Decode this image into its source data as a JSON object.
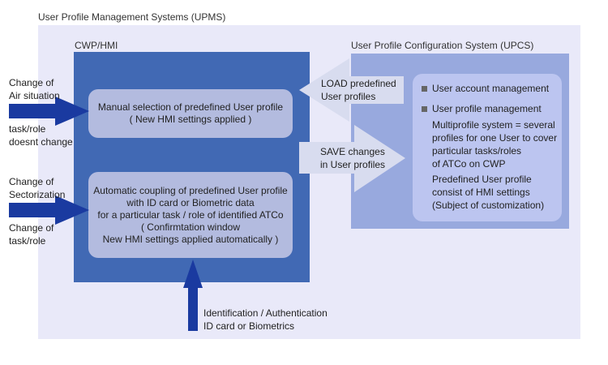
{
  "outer_title": "User Profile Management Systems (UPMS)",
  "cwp": {
    "title": "CWP/HMI",
    "manual_box": [
      "Manual selection of predefined User profile",
      "( New HMI settings applied )"
    ],
    "auto_box": [
      "Automatic coupling of predefined User profile",
      "with ID card or Biometric data",
      "for a particular task / role of identified ATCo",
      "( Confirmtation window",
      "New HMI settings applied automatically )"
    ]
  },
  "upcs": {
    "title": "User Profile Configuration System (UPCS)",
    "bullet1": "User account management",
    "bullet2": "User profile management",
    "desc1": [
      "Multiprofile system = several",
      "profiles for one User to cover",
      "particular tasks/roles",
      "of ATCo on CWP"
    ],
    "desc2": [
      "Predefined User profile",
      "consist of HMI settings",
      "(Subject of customization)"
    ]
  },
  "arrows": {
    "load": [
      "LOAD predefined",
      "User profiles"
    ],
    "save": [
      "SAVE changes",
      "in User profiles"
    ],
    "identification": [
      "Identification / Authentication",
      "ID card or Biometrics"
    ]
  },
  "left_labels": {
    "air_change": [
      "Change of",
      "Air situation"
    ],
    "task_no_change": [
      "task/role",
      "doesnt change"
    ],
    "sector_change": [
      "Change of",
      "Sectorization"
    ],
    "task_change": [
      "Change of",
      "task/role"
    ]
  },
  "colors": {
    "frame": "#e9e9f9",
    "cwp": "#4169b4",
    "upcs": "#98a9de",
    "box": "#b3bbdf",
    "arrow": "#1a3aa0",
    "block_arrow": "#d8dcef"
  }
}
